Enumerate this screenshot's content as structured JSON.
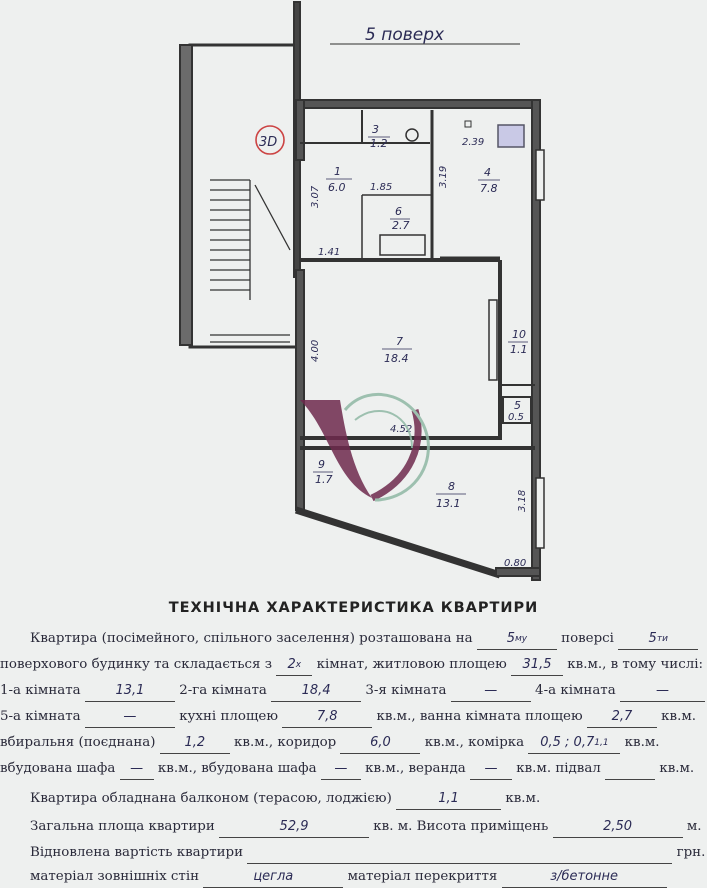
{
  "floor_label": "5 поверх",
  "stair_mark": "3D",
  "plan": {
    "rooms": [
      {
        "no": "1",
        "area": "6.0"
      },
      {
        "no": "3",
        "area": "1.2"
      },
      {
        "no": "4",
        "area": "7.8"
      },
      {
        "no": "6",
        "area": "2.7"
      },
      {
        "no": "7",
        "area": "18.4"
      },
      {
        "no": "8",
        "area": "13.1"
      },
      {
        "no": "9",
        "area": "1.7"
      },
      {
        "no": "10",
        "area": "1.1"
      },
      {
        "no": "5",
        "area": "0.5"
      }
    ],
    "dims": [
      "1.85",
      "3.07",
      "3.19",
      "2.39",
      "1.41",
      "4.00",
      "4.52",
      "3.18",
      "0.80"
    ]
  },
  "title": "ТЕХНІЧНА ХАРАКТЕРИСТИКА КВАРТИРИ",
  "form": {
    "l1_a": "Квартира (посімейного, спільного заселення) розташована на",
    "floor_val": "5",
    "floor_sup": "му",
    "l1_b": "поверсі",
    "storeys_val": "5",
    "storeys_sup": "ти",
    "l2_a": "поверхового будинку та складається з",
    "rooms_val": "2",
    "rooms_sup": "х",
    "l2_b": "кімнат, житловою площею",
    "living_val": "31,5",
    "l2_c": "кв.м., в тому числі:",
    "r1_label": "1-а кімната",
    "r1_val": "13,1",
    "r2_label": "2-га кімната",
    "r2_val": "18,4",
    "r3_label": "3-я кімната",
    "r3_val": "—",
    "r4_label": "4-а кімната",
    "r4_val": "—",
    "r5_label": "5-а кімната",
    "r5_val": "—",
    "kitchen_label": "кухні площею",
    "kitchen_val": "7,8",
    "sqm": "кв.м.",
    "bath_label": "кв.м., ванна кімната площею",
    "bath_val": "2,7",
    "wc_label": "вбиральня (поєднана)",
    "wc_val": "1,2",
    "corridor_label": "кв.м., коридор",
    "corridor_val": "6,0",
    "closet_label": "кв.м., комірка",
    "closet_val": "0,5 ; 0,7",
    "closet_sup": "1,1",
    "wardrobe1_label": "вбудована шафа",
    "wardrobe1_val": "—",
    "wardrobe2_label": "кв.м., вбудована шафа",
    "wardrobe2_val": "—",
    "veranda_label": "кв.м., веранда",
    "veranda_val": "—",
    "basement_label": "кв.м. підвал",
    "balcony_label": "Квартира обладнана балконом (терасою, лоджією)",
    "balcony_val": "1,1",
    "total_label": "Загальна площа квартири",
    "total_val": "52,9",
    "height_label": "кв. м. Висота приміщень",
    "height_val": "2,50",
    "m": "м.",
    "cost_label": "Відновлена вартість квартири",
    "uah": "грн.",
    "walls_label": "матеріал зовнішніх стін",
    "walls_val": "цегла",
    "floors_label": "матеріал перекриття",
    "floors_val": "з/бетонне"
  },
  "colors": {
    "ink": "#2b2b55",
    "logo_dark": "#6e2a4e",
    "logo_green": "#8fb8a5"
  }
}
